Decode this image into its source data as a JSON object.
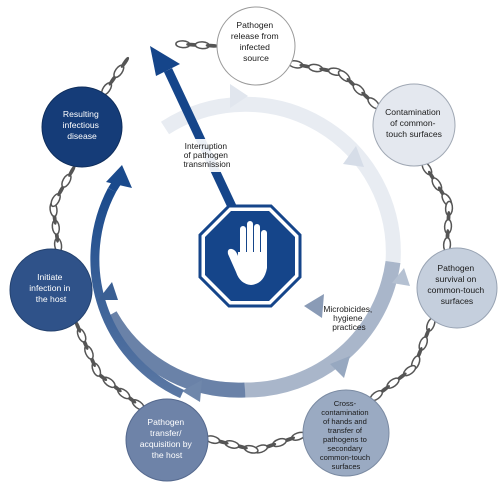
{
  "diagram": {
    "nodes": [
      {
        "id": "release",
        "lines": [
          "Pathogen",
          "release from",
          "infected",
          "source"
        ],
        "color": "#ffffff",
        "text": "dark"
      },
      {
        "id": "contamination",
        "lines": [
          "Contamination",
          "of common-",
          "touch surfaces"
        ],
        "color": "#e4e8ef",
        "text": "dark"
      },
      {
        "id": "survival",
        "lines": [
          "Pathogen",
          "survival on",
          "common-touch",
          "surfaces"
        ],
        "color": "#c5cfdd",
        "text": "dark"
      },
      {
        "id": "cross",
        "lines": [
          "Cross-",
          "contamination",
          "of hands and",
          "transfer of",
          "pathogens to",
          "secondary",
          "common-touch",
          "surfaces"
        ],
        "color": "#9aaac2",
        "text": "dark"
      },
      {
        "id": "transfer",
        "lines": [
          "Pathogen",
          "transfer/",
          "acquisition by",
          "the host"
        ],
        "color": "#6e83a8",
        "text": "light"
      },
      {
        "id": "initiate",
        "lines": [
          "Initiate",
          "infection in",
          "the host"
        ],
        "color": "#2f5289",
        "text": "light"
      },
      {
        "id": "disease",
        "lines": [
          "Resulting",
          "infectious",
          "disease"
        ],
        "color": "#153c78",
        "text": "light"
      }
    ],
    "annotations": {
      "interruption": [
        "Interruption",
        "of pathogen",
        "transmission"
      ],
      "microbicides": [
        "Microbicides,",
        "hygiene",
        "practices"
      ]
    },
    "icons": {
      "center": "stop-hand-icon",
      "chain": "chain-link-icon"
    },
    "colors": {
      "stop_fill": "#15458a",
      "arrow_dark": "#15458a",
      "chain": "#555555"
    }
  }
}
